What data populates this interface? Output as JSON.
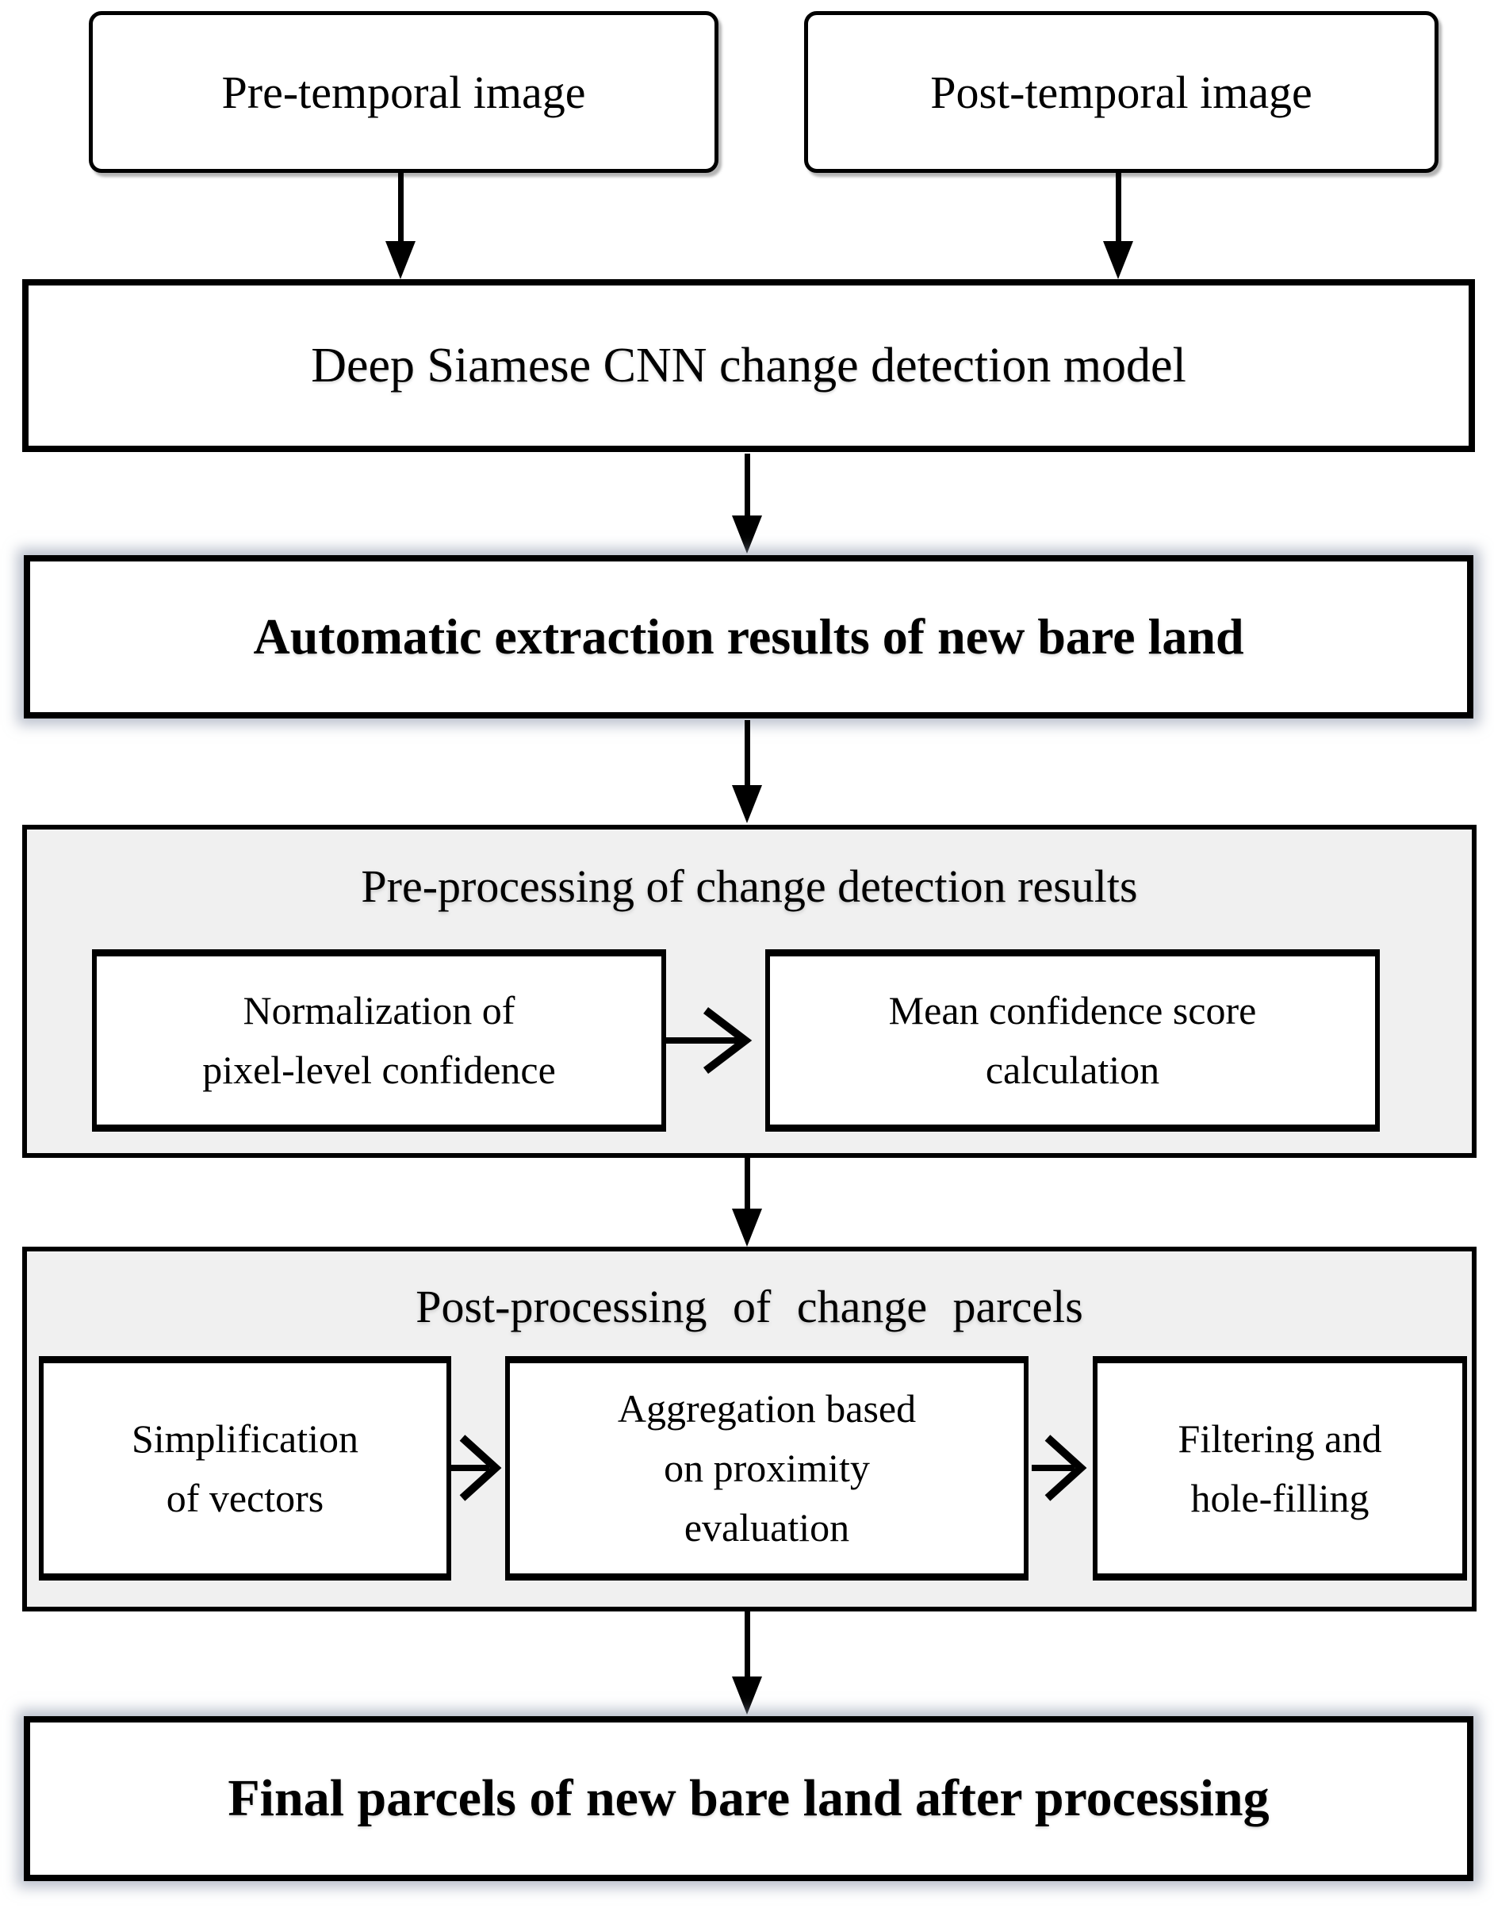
{
  "flow": {
    "inputs": {
      "pre_temporal": "Pre-temporal image",
      "post_temporal": "Post-temporal image"
    },
    "model": "Deep Siamese CNN change detection model",
    "auto_extraction": "Automatic extraction results of new bare land",
    "preprocessing": {
      "title": "Pre-processing of change detection results",
      "steps": [
        "Normalization of\npixel-level confidence",
        "Mean confidence score\ncalculation"
      ]
    },
    "postprocessing": {
      "title": "Post-processing of change parcels",
      "steps": [
        "Simplification\nof vectors",
        "Aggregation based\non proximity\nevaluation",
        "Filtering and\nhole-filling"
      ]
    },
    "final": "Final parcels of new bare land after processing"
  },
  "colors": {
    "ink": "#000000",
    "box_bg": "#ffffff",
    "group_bg": "#f0f0f0",
    "glow_shadow": "#8c96aa",
    "page_bg": "#ffffff"
  }
}
